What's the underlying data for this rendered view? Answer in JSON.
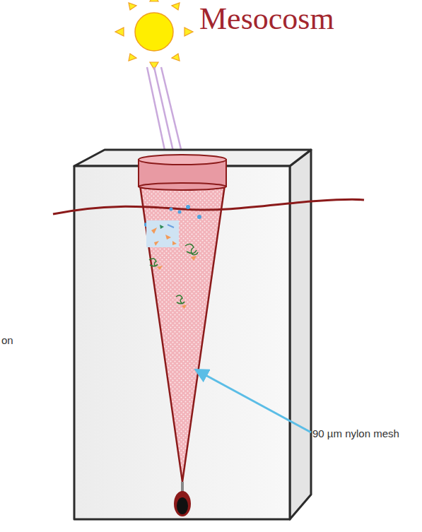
{
  "diagram": {
    "title": "Mesocosm",
    "labels": [
      "on",
      "90 µm nylon mesh"
    ]
  }
}
